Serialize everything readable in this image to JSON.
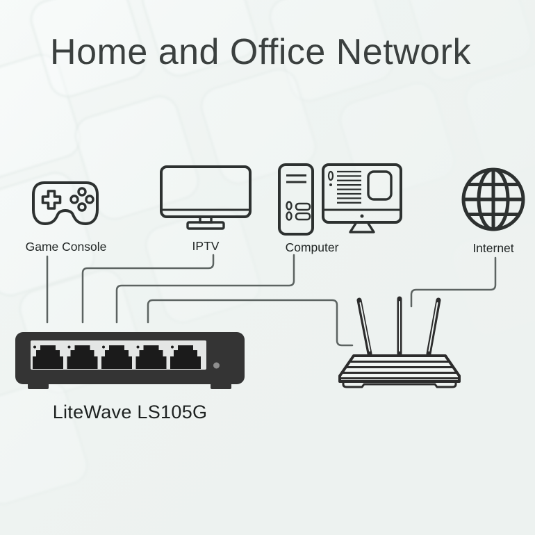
{
  "title": "Home and Office Network",
  "devices": {
    "game_console": {
      "label": "Game Console",
      "icon": "game-controller-icon"
    },
    "iptv": {
      "label": "IPTV",
      "icon": "tv-icon"
    },
    "computer": {
      "label": "Computer",
      "icon": "desktop-computer-icon"
    },
    "internet": {
      "label": "Internet",
      "icon": "globe-icon"
    }
  },
  "switch": {
    "model_label": "LiteWave LS105G",
    "port_count": 5,
    "body_color": "#343434",
    "panel_color": "#e4e6e5",
    "port_color": "#1b1b1b",
    "status_led_color": "#8e8e8e"
  },
  "router": {
    "antenna_count": 3
  },
  "connections": [
    {
      "from": "game-console",
      "to": "switch-port-1"
    },
    {
      "from": "iptv",
      "to": "switch-port-2"
    },
    {
      "from": "computer",
      "to": "switch-port-3"
    },
    {
      "from": "router",
      "to": "switch-port-4"
    },
    {
      "from": "internet",
      "to": "router"
    }
  ],
  "colors": {
    "background": "#eef3f1",
    "connection_line": "#5c6361",
    "icon_stroke": "#2d3130",
    "title_text": "#3b403f",
    "label_text": "#1f2423"
  }
}
